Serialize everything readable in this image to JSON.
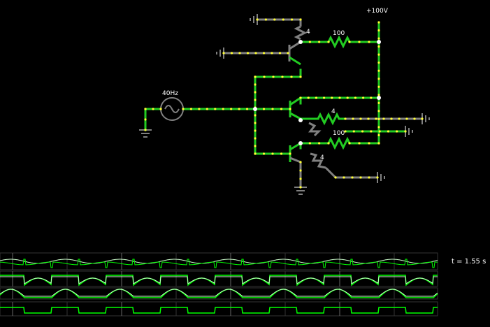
{
  "circuit": {
    "supply_label": "+100V",
    "source_label": "40Hz",
    "resistor_labels": [
      "100",
      "100"
    ],
    "pot_labels": [
      "4",
      "4",
      "4"
    ]
  },
  "scope": {
    "time_readout": "t = 1.55 s"
  },
  "colors": {
    "background": "#000000",
    "wire_active": "#22cc22",
    "wire_idle": "#808080",
    "node_dot": "#ffff33",
    "trace": "#00ff00",
    "trace_light": "#ccffcc"
  }
}
